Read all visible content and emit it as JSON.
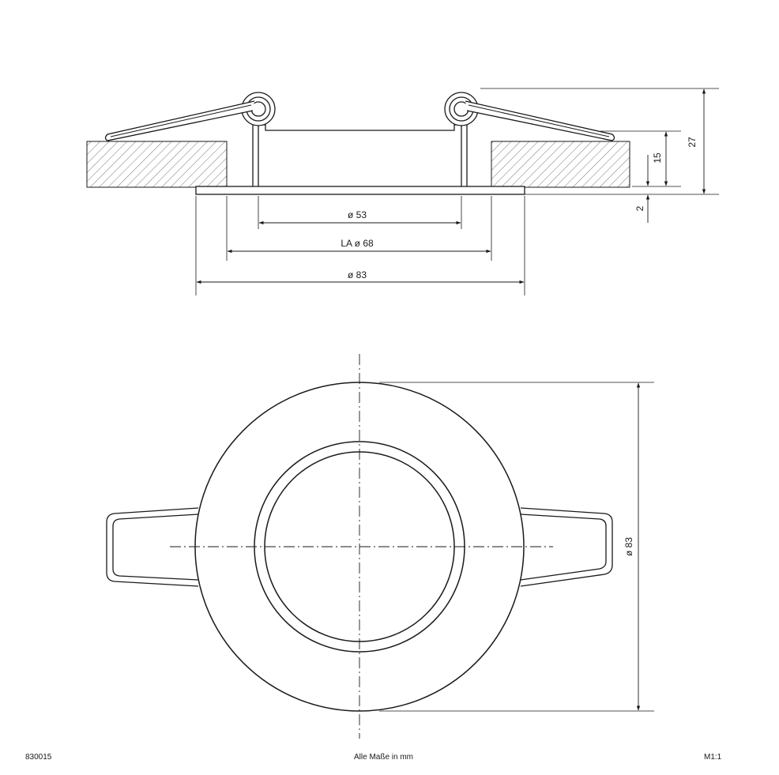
{
  "side_view": {
    "dim_inner_diameter": "ø 53",
    "dim_cutout_diameter": "LA ø 68",
    "dim_outer_diameter": "ø 83",
    "dim_total_height": "27",
    "dim_ceiling_thickness": "15",
    "dim_flange_height": "2"
  },
  "top_view": {
    "dim_diameter": "ø 83"
  },
  "footer": {
    "article_number": "830015",
    "units_note": "Alle Maße in mm",
    "scale": "M1:1"
  }
}
